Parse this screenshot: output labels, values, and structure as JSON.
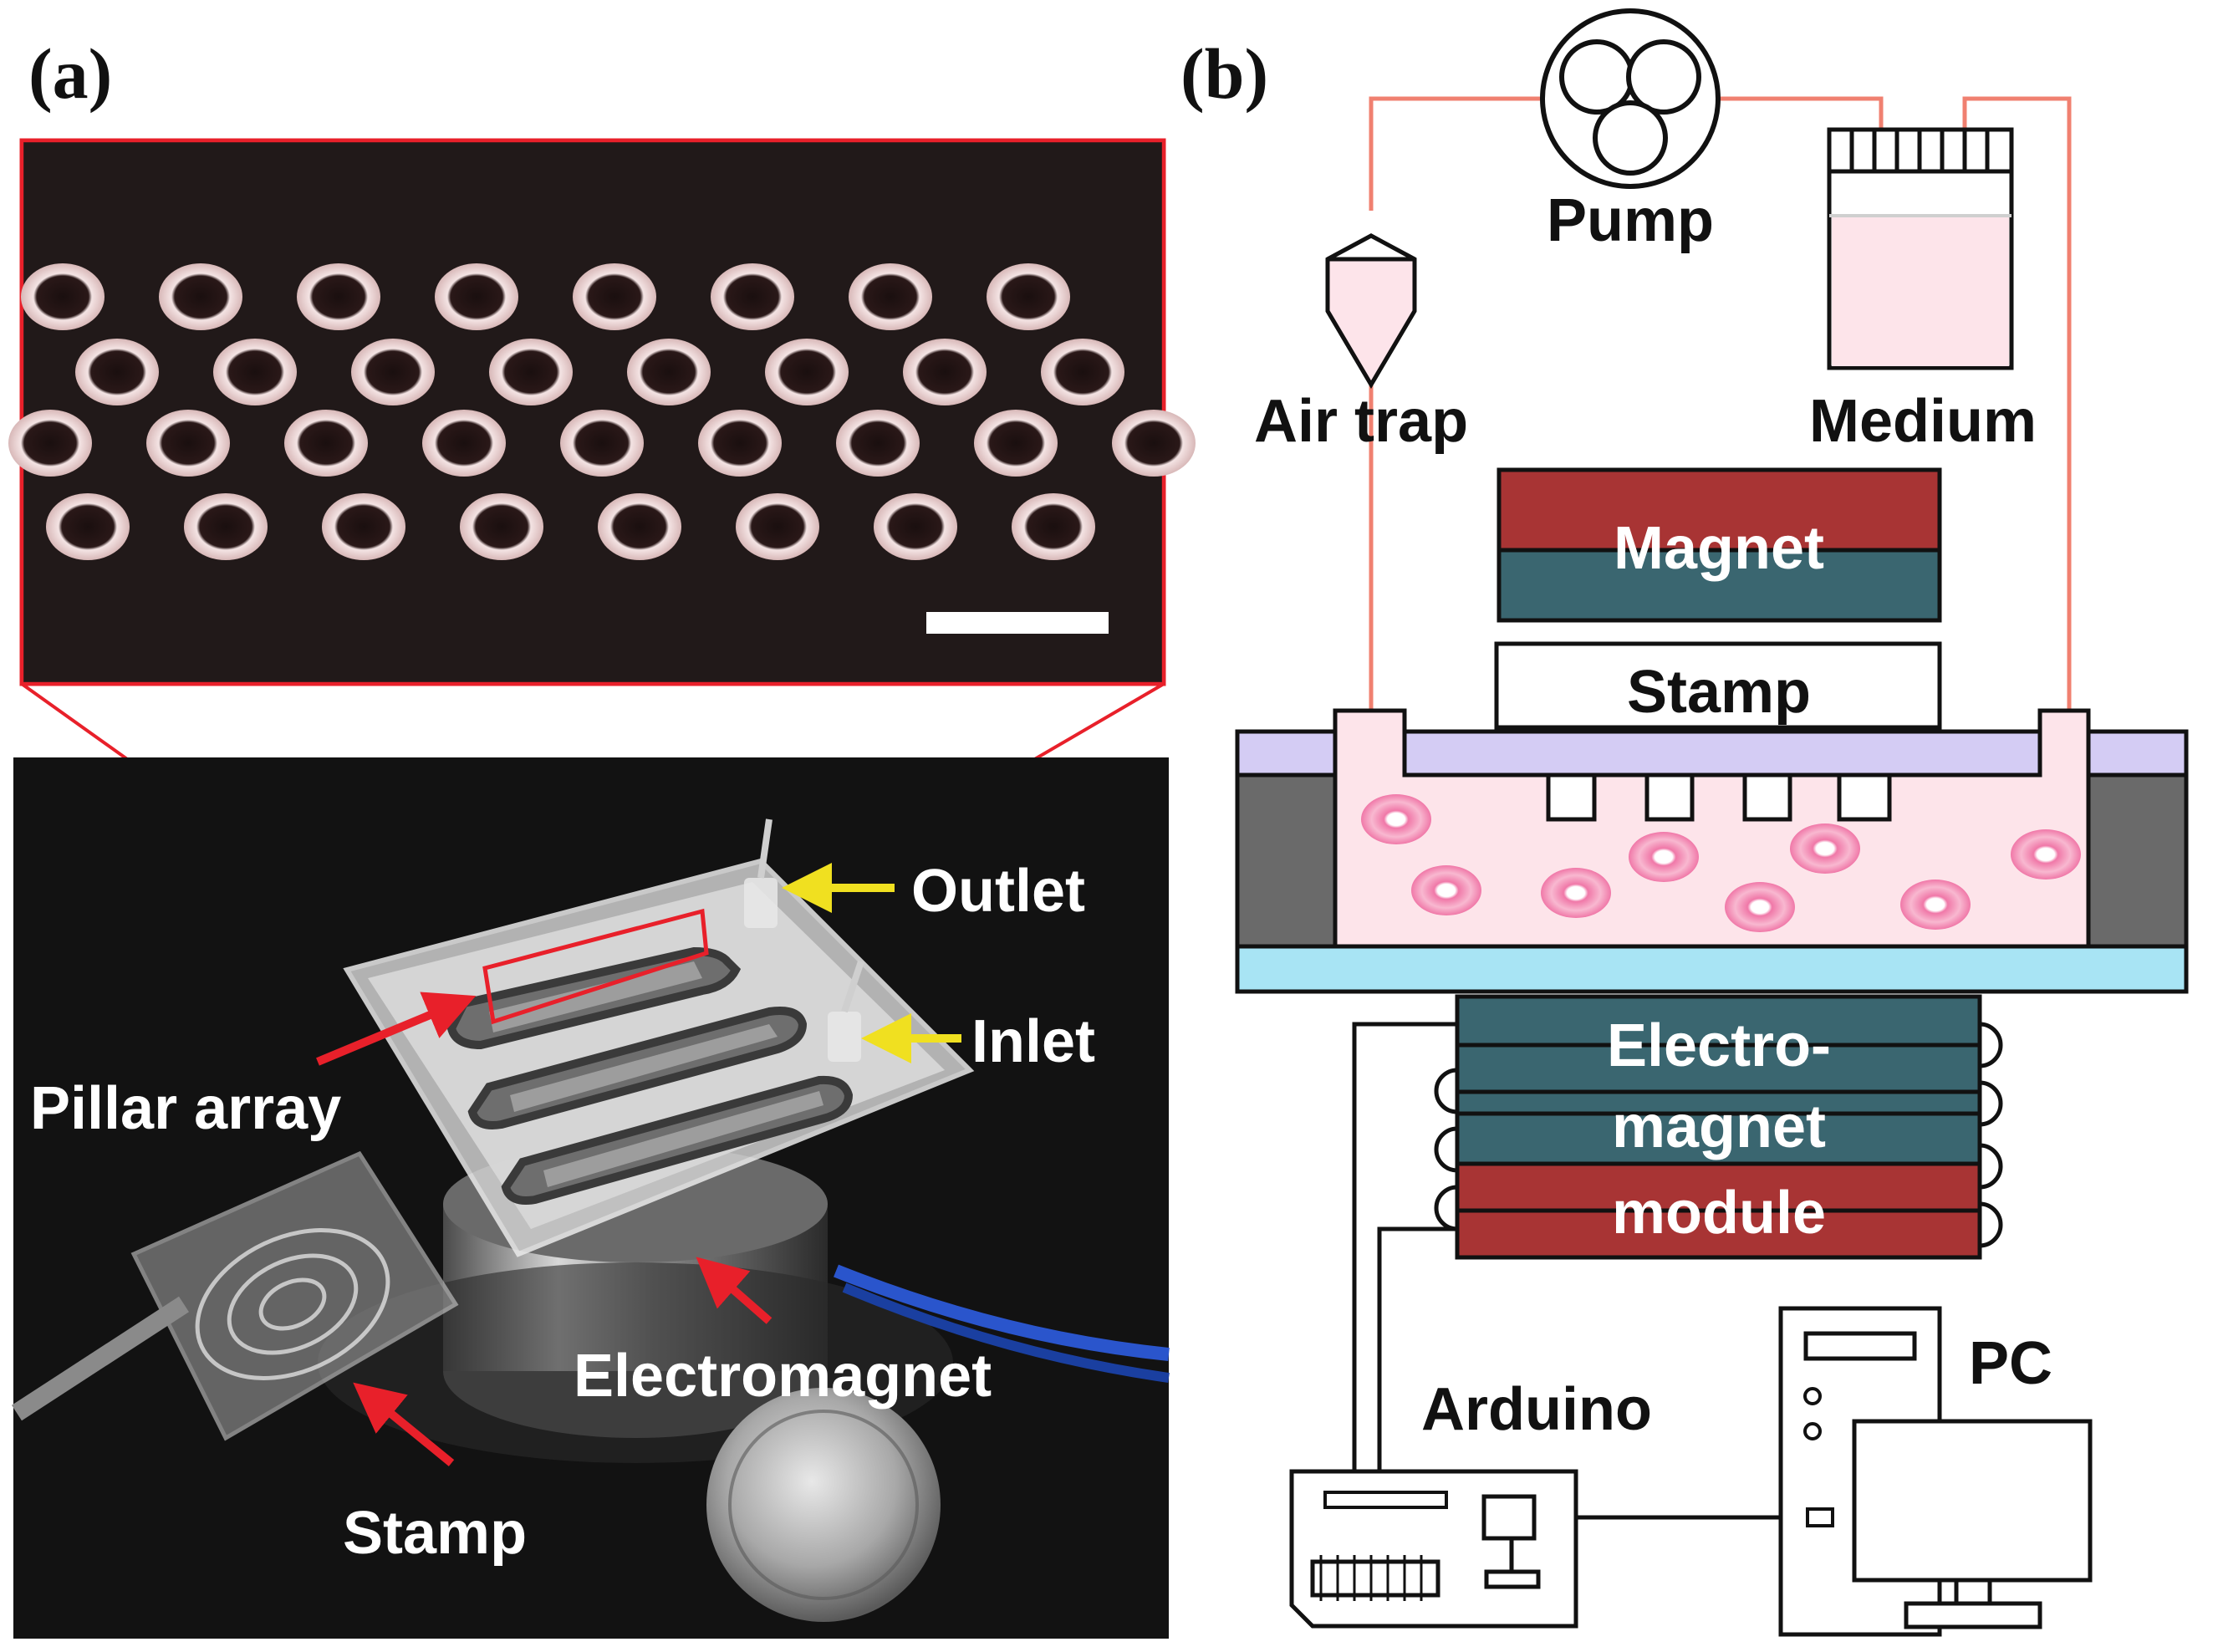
{
  "panels": {
    "a": {
      "label": "(a)",
      "callouts": {
        "outlet": "Outlet",
        "inlet": "Inlet",
        "pillar_array": "Pillar array",
        "electromagnet": "Electromagnet",
        "stamp": "Stamp"
      },
      "colors": {
        "callout_arrow_red": "#e8202a",
        "callout_arrow_yellow": "#f0e020",
        "inset_border": "#e8202a"
      }
    },
    "b": {
      "label": "(b)",
      "components": {
        "pump": "Pump",
        "air_trap": "Air trap",
        "medium": "Medium",
        "magnet": "Magnet",
        "stamp": "Stamp",
        "electromagnet_line1": "Electro-",
        "electromagnet_line2": "magnet",
        "electromagnet_line3": "module",
        "arduino": "Arduino",
        "pc": "PC"
      },
      "colors": {
        "tubing": "#f08070",
        "magnet_red": "#a83434",
        "magnet_teal": "#3a6670",
        "chamber_fluid": "#fde4ea",
        "lid_purple": "#d4ccf4",
        "wall_gray": "#6a6a6a",
        "glass_cyan": "#a8e4f4",
        "cell_pink": "#f078a8"
      }
    }
  }
}
